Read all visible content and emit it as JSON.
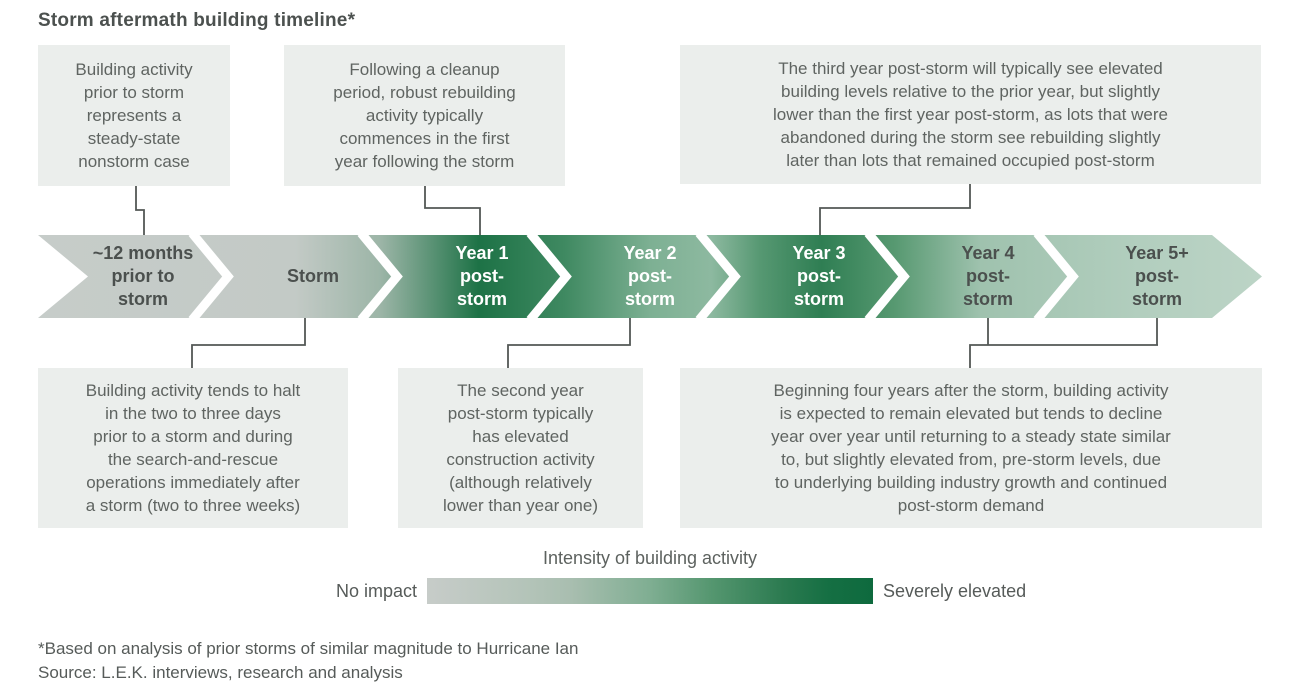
{
  "title": "Storm aftermath building timeline*",
  "timeline": {
    "stages": [
      {
        "label": "~12 months\nprior to\nstorm"
      },
      {
        "label": "Storm"
      },
      {
        "label": "Year 1\npost-\nstorm"
      },
      {
        "label": "Year 2\npost-\nstorm"
      },
      {
        "label": "Year 3\npost-\nstorm"
      },
      {
        "label": "Year 4\npost-\nstorm"
      },
      {
        "label": "Year 5+\npost-\nstorm"
      }
    ]
  },
  "callouts": {
    "top": [
      {
        "text": "Building activity\nprior to storm\nrepresents a\nsteady-state\nnonstorm case"
      },
      {
        "text": "Following a cleanup\nperiod, robust rebuilding\nactivity typically\ncommences in the first\nyear following the storm"
      },
      {
        "text": "The third year post-storm will typically see elevated\nbuilding levels relative to the prior year, but slightly\nlower than the first year post-storm, as lots that were\nabandoned during the storm see rebuilding slightly\nlater than lots that remained occupied post-storm"
      }
    ],
    "bottom": [
      {
        "text": "Building activity tends to halt\nin the two to three days\nprior to a storm and during\nthe search-and-rescue\noperations immediately after\na storm (two to three weeks)"
      },
      {
        "text": "The second year\npost-storm typically\nhas elevated\nconstruction activity\n(although relatively\nlower than year one)"
      },
      {
        "text": "Beginning four years after the storm, building activity\nis expected to remain elevated but tends to decline\nyear over year until returning to a steady state similar\nto, but slightly elevated from, pre-storm levels, due\nto underlying building industry growth and continued\npost-storm demand"
      }
    ]
  },
  "legend": {
    "title": "Intensity of building activity",
    "min_label": "No impact",
    "max_label": "Severely elevated"
  },
  "footnotes": {
    "note": "*Based on analysis of prior storms of similar magnitude to Hurricane Ian",
    "source": "Source: L.E.K. interviews, research and analysis"
  },
  "colors": {
    "no_impact_gray": "#c6ccc9",
    "peak_green_year1": "#1d7246",
    "year3_green": "#2f7e53",
    "fade_green_year5": "#bcd4c6",
    "callout_background": "#ebeeec",
    "text_gray": "#5f6461",
    "connector_gray": "#53585 6"
  }
}
